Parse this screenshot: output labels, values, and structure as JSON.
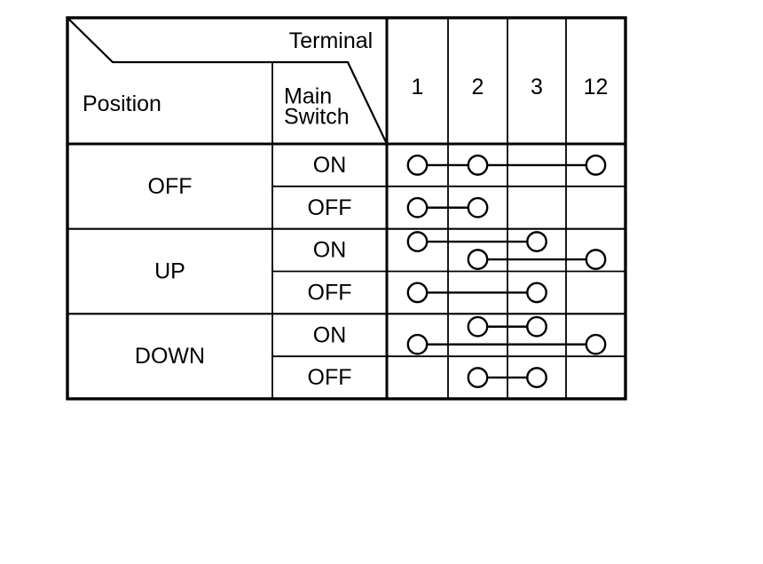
{
  "diagram": {
    "title": "main-switch-terminal-continuity-table",
    "header": {
      "terminal": "Terminal",
      "position": "Position",
      "main_switch": [
        "Main",
        "Switch"
      ],
      "terminals": [
        "1",
        "2",
        "3",
        "12"
      ]
    },
    "positions": [
      {
        "label": "OFF",
        "states": [
          {
            "main_switch": "ON",
            "links": [
              [
                "1",
                "2",
                "12"
              ]
            ]
          },
          {
            "main_switch": "OFF",
            "links": [
              [
                "1",
                "2"
              ]
            ]
          }
        ]
      },
      {
        "label": "UP",
        "states": [
          {
            "main_switch": "ON",
            "links": [
              [
                "1",
                "3"
              ],
              [
                "2",
                "12"
              ]
            ]
          },
          {
            "main_switch": "OFF",
            "links": [
              [
                "1",
                "3"
              ]
            ]
          }
        ]
      },
      {
        "label": "DOWN",
        "states": [
          {
            "main_switch": "ON",
            "links": [
              [
                "2",
                "3"
              ],
              [
                "1",
                "12"
              ]
            ]
          },
          {
            "main_switch": "OFF",
            "links": [
              [
                "2",
                "3"
              ]
            ]
          }
        ]
      }
    ],
    "colors": {
      "line": "#000000",
      "background": "#ffffff"
    }
  }
}
